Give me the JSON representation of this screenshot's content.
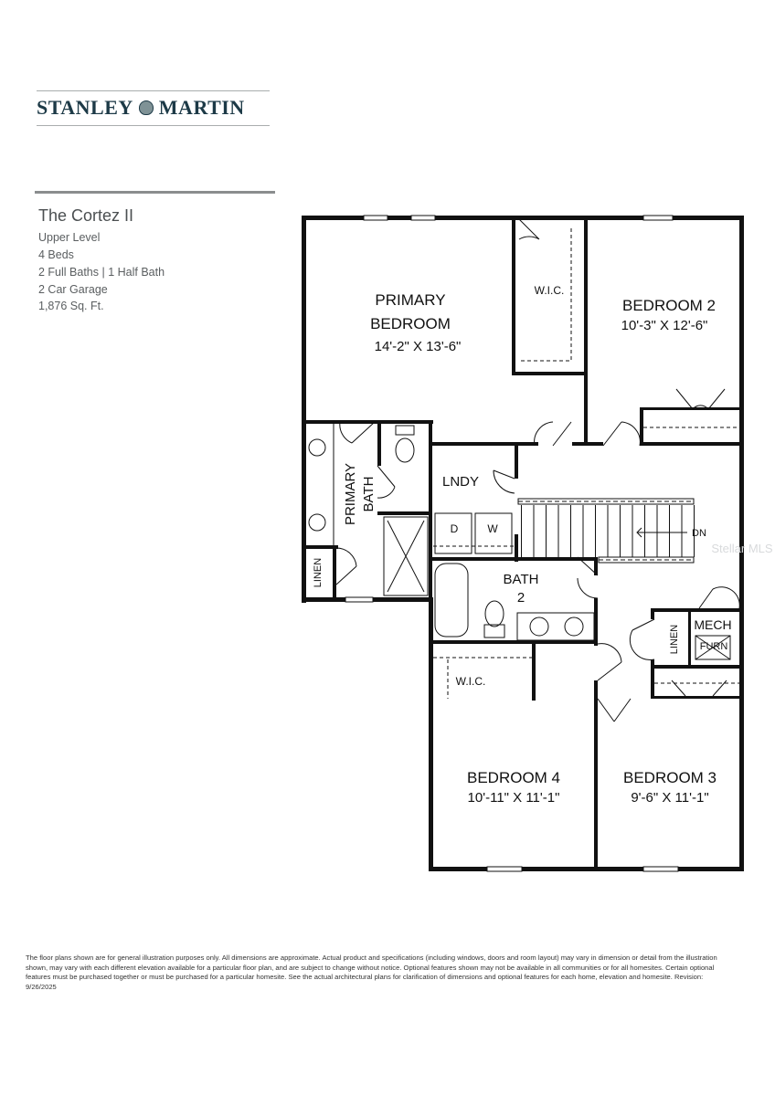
{
  "brand": {
    "logo_left": "STANLEY",
    "logo_right": "MARTIN",
    "logo_color": "#1d3a47"
  },
  "plan": {
    "name": "The Cortez II",
    "specs": [
      "Upper Level",
      "4 Beds",
      "2 Full Baths | 1 Half Bath",
      "2 Car Garage",
      "1,876 Sq. Ft."
    ]
  },
  "rooms": {
    "primary_bedroom": {
      "name1": "PRIMARY",
      "name2": "BEDROOM",
      "dims": "14'-2\" X 13'-6\""
    },
    "bedroom2": {
      "name": "BEDROOM 2",
      "dims": "10'-3\" X 12'-6\""
    },
    "bedroom3": {
      "name": "BEDROOM 3",
      "dims": "9'-6\" X 11'-1\""
    },
    "bedroom4": {
      "name": "BEDROOM 4",
      "dims": "10'-11\" X 11'-1\""
    },
    "primary_wic": "W.I.C.",
    "bedroom4_wic": "W.I.C.",
    "laundry": "LNDY",
    "dryer": "D",
    "washer": "W",
    "primary_bath1": "PRIMARY",
    "primary_bath2": "BATH",
    "bath2_1": "BATH",
    "bath2_2": "2",
    "linen_primary": "LINEN",
    "linen_hall": "LINEN",
    "mech": "MECH",
    "furn": "FURN",
    "stairs": "DN"
  },
  "watermark": "Stellar MLS",
  "disclaimer": "The floor plans shown are for general illustration purposes only. All dimensions are approximate. Actual product and specifications (including windows, doors and room layout) may vary in dimension or detail from the illustration shown, may vary with each different elevation available for a particular floor plan, and are subject to change without notice. Optional features shown may not be available in all communities or for all homesites. Certain optional features must be purchased together or must be purchased for a particular homesite. See the actual architectural plans for clarification of dimensions and optional features for each home, elevation and homesite. Revision: 9/26/2025"
}
